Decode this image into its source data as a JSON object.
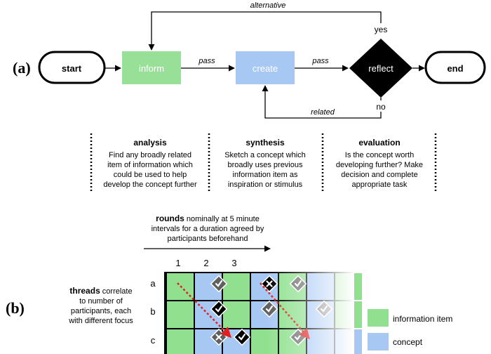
{
  "part_a": {
    "label": "(a)",
    "nodes": {
      "start": "start",
      "inform": "inform",
      "create": "create",
      "reflect": "reflect",
      "end": "end"
    },
    "edges": {
      "alternative": "alternative",
      "pass1": "pass",
      "pass2": "pass",
      "yes": "yes",
      "no": "no",
      "related": "related"
    },
    "columns": [
      {
        "heading": "analysis",
        "lines": [
          "Find any broadly related",
          "item of information which",
          "could be used to help",
          "develop the concept further"
        ]
      },
      {
        "heading": "synthesis",
        "lines": [
          "Sketch a concept which",
          "broadly uses previous",
          "information item as",
          "inspiration or stimulus"
        ]
      },
      {
        "heading": "evaluation",
        "lines": [
          "Is the concept worth",
          "developing further? Make",
          "decision and complete",
          "appropriate task"
        ]
      }
    ]
  },
  "part_b": {
    "label": "(b)",
    "rounds": {
      "bold": "rounds",
      "line1_rest": " nominally at 5 minute",
      "line2": "intervals for a duration agreed by",
      "line3": "participants beforehand"
    },
    "threads": {
      "bold": "threads",
      "line1_rest": " correlate",
      "line2": "to number of",
      "line3": "participants, each",
      "line4": "with different focus"
    },
    "column_numbers": [
      "1",
      "2",
      "3"
    ],
    "row_letters": [
      "a",
      "b",
      "c"
    ],
    "legend": {
      "info": "information item",
      "concept": "concept"
    },
    "colors": {
      "information": "#90e090",
      "concept": "#a8c8f4",
      "arrow": "#e02020"
    }
  }
}
